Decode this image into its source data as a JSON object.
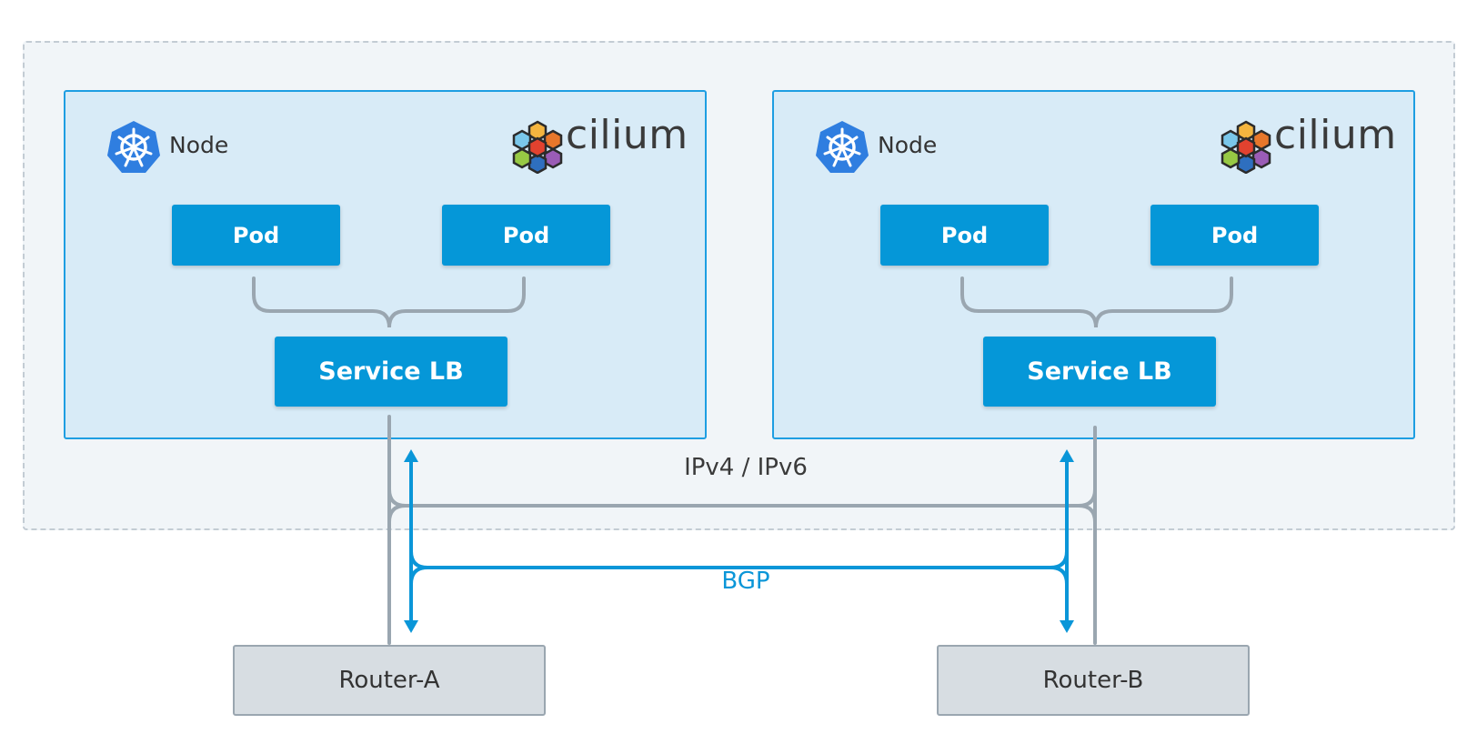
{
  "nodes": [
    {
      "label": "Node",
      "brand": "cilium",
      "pods": [
        "Pod",
        "Pod"
      ],
      "service": "Service LB"
    },
    {
      "label": "Node",
      "brand": "cilium",
      "pods": [
        "Pod",
        "Pod"
      ],
      "service": "Service LB"
    }
  ],
  "routers": [
    "Router-A",
    "Router-B"
  ],
  "links": {
    "data_plane": "IPv4 / IPv6",
    "control_plane": "BGP"
  },
  "colors": {
    "accent": "#0597d8",
    "node_fill": "#d8ebf7",
    "wire_gray": "#9aa6b0",
    "bgp_blue": "#0a96d8",
    "cilium_hex": [
      "#f4b53f",
      "#e7772b",
      "#e2422f",
      "#97c944",
      "#9a5cb6",
      "#2e6fbf",
      "#7ac7ea"
    ]
  },
  "icons": [
    "kubernetes-icon",
    "cilium-logo-icon",
    "arrow-up-icon",
    "arrow-down-icon"
  ]
}
